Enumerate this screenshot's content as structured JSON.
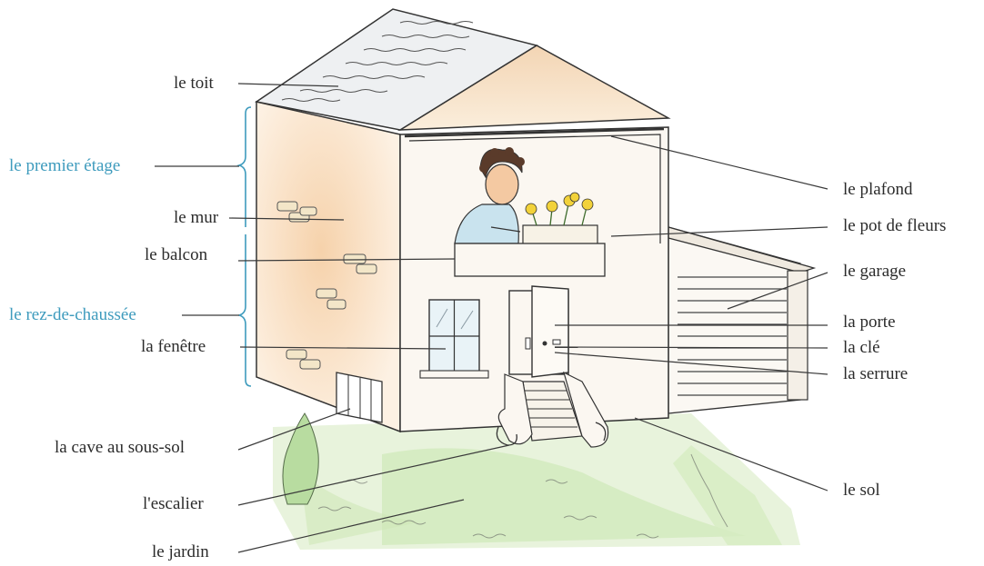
{
  "labels": {
    "toit": "le toit",
    "premier_etage": "le premier étage",
    "mur": "le mur",
    "balcon": "le balcon",
    "rez_de_chaussee": "le rez-de-chaussée",
    "fenetre": "la fenêtre",
    "cave": "la cave au sous-sol",
    "escalier": "l'escalier",
    "jardin": "le jardin",
    "plafond": "le plafond",
    "pot_de_fleurs": "le pot de fleurs",
    "garage": "le garage",
    "porte": "la porte",
    "cle": "la clé",
    "serrure": "la serrure",
    "sol": "le sol"
  },
  "colors": {
    "text": "#2b2b2b",
    "accent_blue": "#3e9bbd",
    "wall_warm": "#f5d9b8",
    "garden_green": "#bfe0a8",
    "line": "#3a3a3a"
  }
}
